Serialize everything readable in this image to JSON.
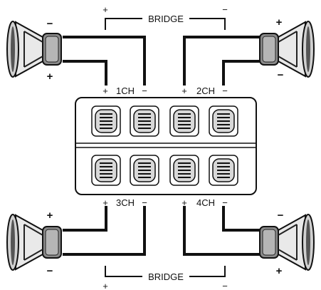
{
  "bridge_top": {
    "label": "BRIDGE",
    "plus": "+",
    "minus": "−"
  },
  "bridge_bottom": {
    "label": "BRIDGE",
    "plus": "+",
    "minus": "−"
  },
  "channels": [
    {
      "label": "1CH",
      "plus": "+",
      "minus": "−"
    },
    {
      "label": "2CH",
      "plus": "+",
      "minus": "−"
    },
    {
      "label": "3CH",
      "plus": "+",
      "minus": "−"
    },
    {
      "label": "4CH",
      "plus": "+",
      "minus": "−"
    }
  ],
  "speakers": {
    "top_left": {
      "upper": "−",
      "lower": "+"
    },
    "top_right": {
      "upper": "+",
      "lower": "−"
    },
    "bottom_left": {
      "upper": "+",
      "lower": "−"
    },
    "bottom_right": {
      "upper": "−",
      "lower": "+"
    }
  }
}
